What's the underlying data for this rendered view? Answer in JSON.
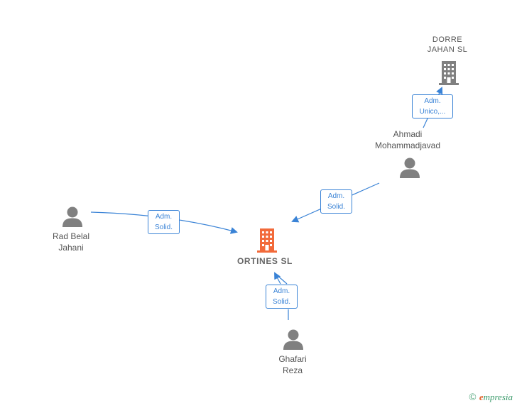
{
  "nodes": {
    "dorre": {
      "line1": "DORRE",
      "line2": "JAHAN  SL"
    },
    "ahmadi": {
      "line1": "Ahmadi",
      "line2": "Mohammadjavad"
    },
    "rad": {
      "line1": "Rad Belal",
      "line2": "Jahani"
    },
    "ortines": {
      "line1": "ORTINES  SL"
    },
    "ghafari": {
      "line1": "Ghafari",
      "line2": "Reza"
    }
  },
  "edges": {
    "ahmadi_dorre": {
      "line1": "Adm.",
      "line2": "Unico,..."
    },
    "ahmadi_ortines": {
      "line1": "Adm.",
      "line2": "Solid."
    },
    "rad_ortines": {
      "line1": "Adm.",
      "line2": "Solid."
    },
    "ghafari_ortines": {
      "line1": "Adm.",
      "line2": "Solid."
    }
  },
  "colors": {
    "edge": "#3a83d6",
    "person": "#808080",
    "company": "#808080",
    "center_company": "#f26a3a"
  },
  "watermark": {
    "symbol": "©",
    "brand_initial": "e",
    "brand_rest": "mpresia"
  }
}
